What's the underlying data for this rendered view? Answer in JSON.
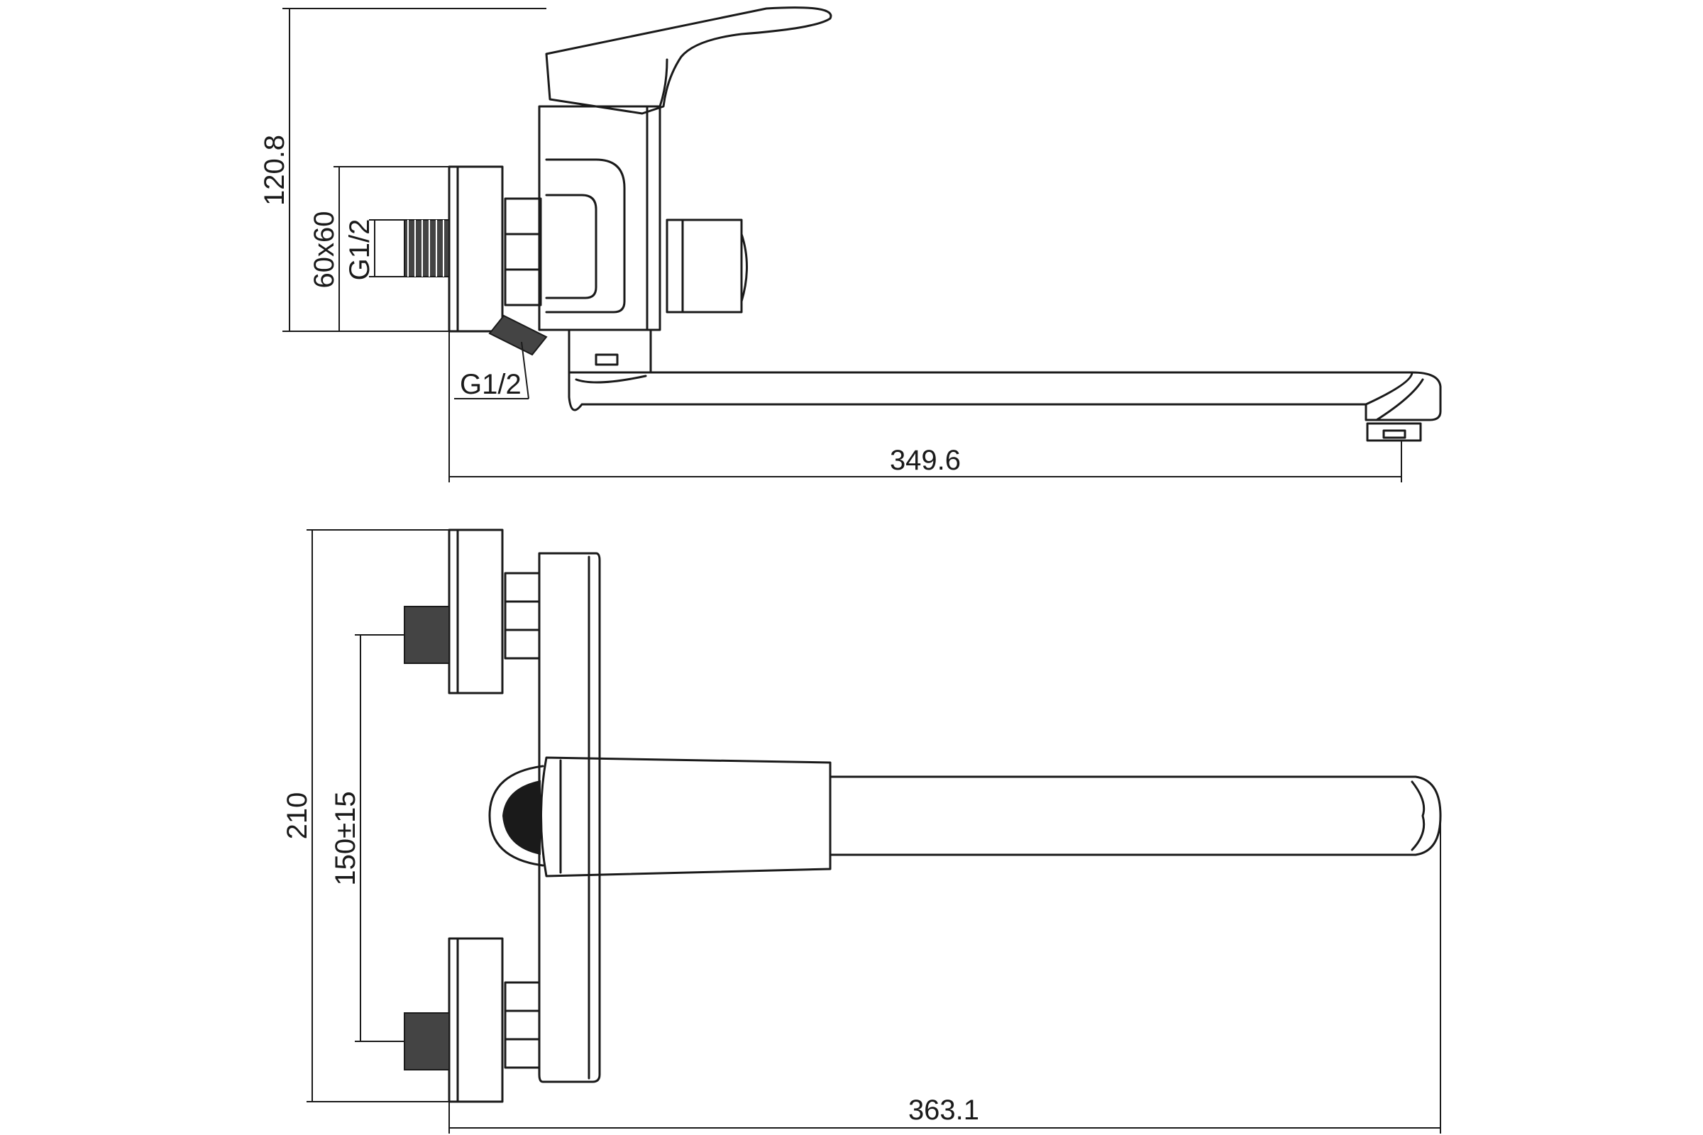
{
  "dimensions": {
    "side_height": "120.8",
    "side_flange": "60x60",
    "side_thread_upper": "G1/2",
    "side_thread_lower": "G1/2",
    "side_reach": "349.6",
    "front_height": "210",
    "front_centers": "150±15",
    "front_reach": "363.1"
  }
}
